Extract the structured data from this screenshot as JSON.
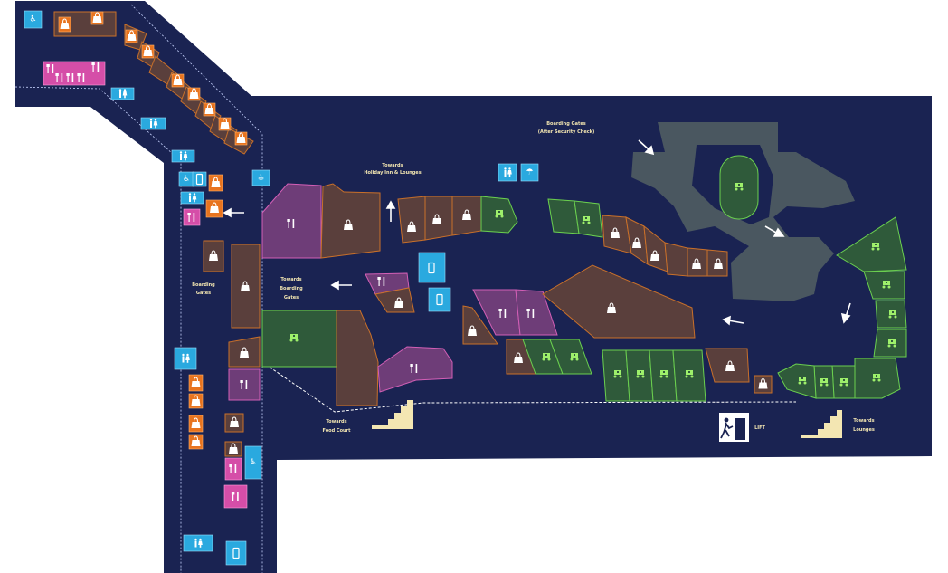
{
  "labels": {
    "boarding_gates_after": "Boarding Gates",
    "boarding_gates_after_sub": "(After Security Check)",
    "towards_holiday": "Towards",
    "towards_holiday_sub": "Holiday Inn & Lounges",
    "towards_gates": "Towards",
    "towards_gates_2": "Boarding",
    "towards_gates_3": "Gates",
    "boarding_gates_left": "Boarding",
    "boarding_gates_left_sub": "Gates",
    "towards_food": "Towards",
    "towards_food_sub": "Food Court",
    "lift": "LIFT",
    "towards_lounges": "Towards",
    "towards_lounges_sub": "Lounges"
  },
  "icons": {
    "shop": "shopping-bag-icon",
    "food": "fork-knife-icon",
    "restroom": "restroom-icon",
    "duty_free": "duty-free-icon",
    "phone": "mobile-charging-icon",
    "stairs": "stairs-icon",
    "lift": "lift-exit-icon",
    "arrow": "direction-arrow-icon"
  },
  "colors": {
    "floor": "#1a2352",
    "shop": "#e8741f",
    "food": "#d54ea8",
    "duty_free": "#3b8a2f",
    "service": "#2aa9df",
    "gate_area": "#4a5760",
    "label": "#f3e6b2"
  }
}
